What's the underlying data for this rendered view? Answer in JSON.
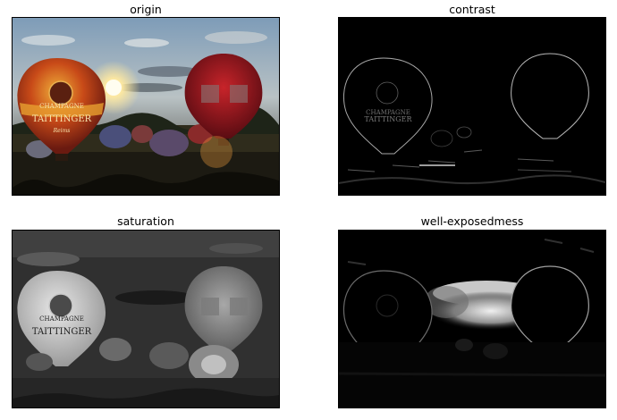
{
  "panels": [
    {
      "title": "origin",
      "image": "hot-air-balloons-sunset-photo"
    },
    {
      "title": "contrast",
      "image": "contrast-weight-map"
    },
    {
      "title": "saturation",
      "image": "saturation-weight-map"
    },
    {
      "title": "well-exposedmess",
      "image": "well-exposedness-weight-map"
    }
  ],
  "balloon_logo": {
    "line1": "CHAMPAGNE",
    "line2": "TAITTINGER",
    "line3": "Reims"
  },
  "colors": {
    "background": "#ffffff",
    "frame": "#000000",
    "balloon_left": "#d02a18",
    "balloon_left_band": "#e8a030",
    "balloon_right": "#b01822",
    "sun": "#fff6d0"
  }
}
